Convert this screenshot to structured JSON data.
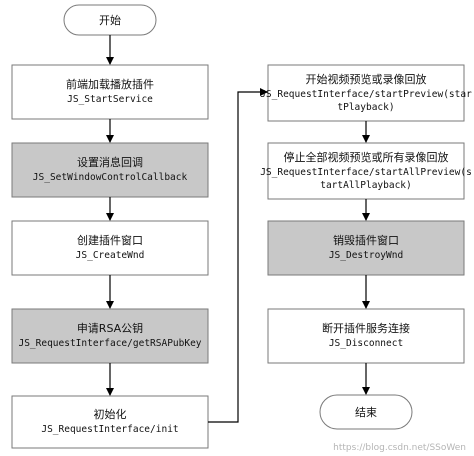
{
  "start_label": "开始",
  "end_label": "结束",
  "left_steps": [
    {
      "title": "前端加载播放插件",
      "code": [
        "JS_StartService"
      ]
    },
    {
      "title": "设置消息回调",
      "code": [
        "JS_SetWindowControlCallback"
      ]
    },
    {
      "title": "创建插件窗口",
      "code": [
        "JS_CreateWnd"
      ]
    },
    {
      "title": "申请RSA公钥",
      "code": [
        "JS_RequestInterface/getRSAPubKey"
      ]
    },
    {
      "title": "初始化",
      "code": [
        "JS_RequestInterface/init"
      ]
    }
  ],
  "right_steps": [
    {
      "title": "开始视频预览或录像回放",
      "code": [
        "JS_RequestInterface/startPreview(star",
        "tPlayback)"
      ]
    },
    {
      "title": "停止全部视频预览或所有录像回放",
      "code": [
        "JS_RequestInterface/startAllPreview(s",
        "tartAllPlayback)"
      ]
    },
    {
      "title": "销毁插件窗口",
      "code": [
        "JS_DestroyWnd"
      ]
    },
    {
      "title": "断开插件服务连接",
      "code": [
        "JS_Disconnect"
      ]
    }
  ],
  "watermark": "https://blog.csdn.net/SSoWen"
}
